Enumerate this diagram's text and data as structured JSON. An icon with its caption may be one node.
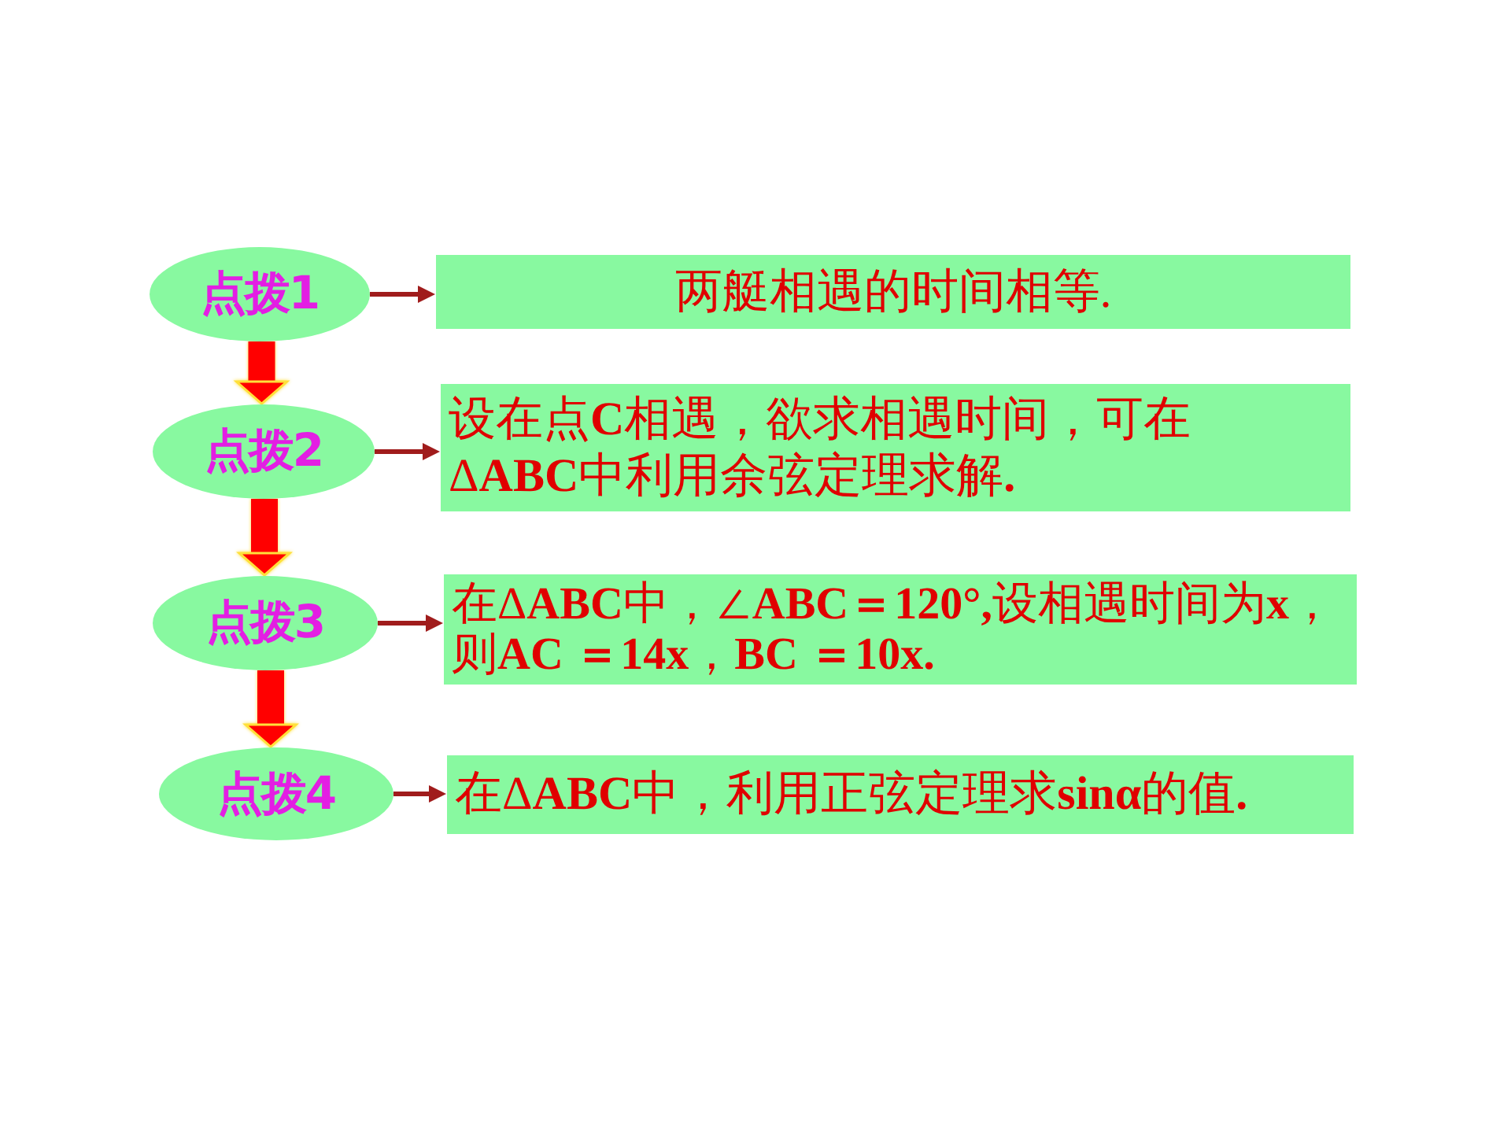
{
  "diagram": {
    "nodes": [
      {
        "text": [
          "点拨1"
        ]
      },
      {
        "text": [
          "两艇相遇的时间相等."
        ]
      },
      {
        "text": [
          "点拨2"
        ]
      },
      {
        "text": [
          "设在点**C**相遇，欲求相遇时间，可在Δ**ABC**中利用余弦定理求解**.**"
        ]
      },
      {
        "text": [
          "点拨3"
        ]
      },
      {
        "text": [
          "在Δ**ABC**中，∠**ABC＝120°,**设相遇时间为**x**，则**AC ＝14x**，**BC ＝10x.**"
        ]
      },
      {
        "text": [
          "点拨4"
        ]
      },
      {
        "text": [
          "在Δ**ABC**中，利用正弦定理求**sinα**的值**.**"
        ]
      }
    ],
    "edges": [
      {
        "from": 0,
        "to": 1,
        "arrow": "to"
      },
      {
        "from": 0,
        "to": 2,
        "arrow": "to",
        "style": "thick",
        "color": "#ff0000"
      },
      {
        "from": 2,
        "to": 3,
        "arrow": "to"
      },
      {
        "from": 2,
        "to": 4,
        "arrow": "to",
        "style": "thick",
        "color": "#ff0000"
      },
      {
        "from": 4,
        "to": 5,
        "arrow": "to"
      },
      {
        "from": 4,
        "to": 6,
        "arrow": "to",
        "style": "thick",
        "color": "#ff0000"
      },
      {
        "from": 6,
        "to": 7,
        "arrow": "to"
      }
    ]
  }
}
